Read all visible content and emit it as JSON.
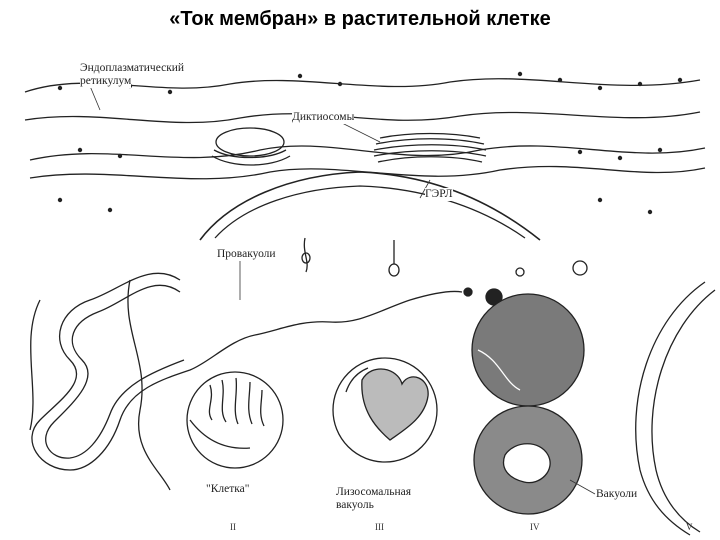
{
  "title": "«Ток мембран» в растительной клетке",
  "labels": {
    "er_line1": "Эндоплазматический",
    "er_line2": "ретикулум",
    "dictyosomes": "Диктиосомы",
    "gerl": "ГЭРЛ",
    "provacuoles": "Провакуоли",
    "cell": "\"Клетка\"",
    "lyso_line1": "Лизосомальная",
    "lyso_line2": "вакуоль",
    "vacuoles": "Вакуоли"
  },
  "stages": [
    "II",
    "III",
    "IV",
    "V"
  ]
}
